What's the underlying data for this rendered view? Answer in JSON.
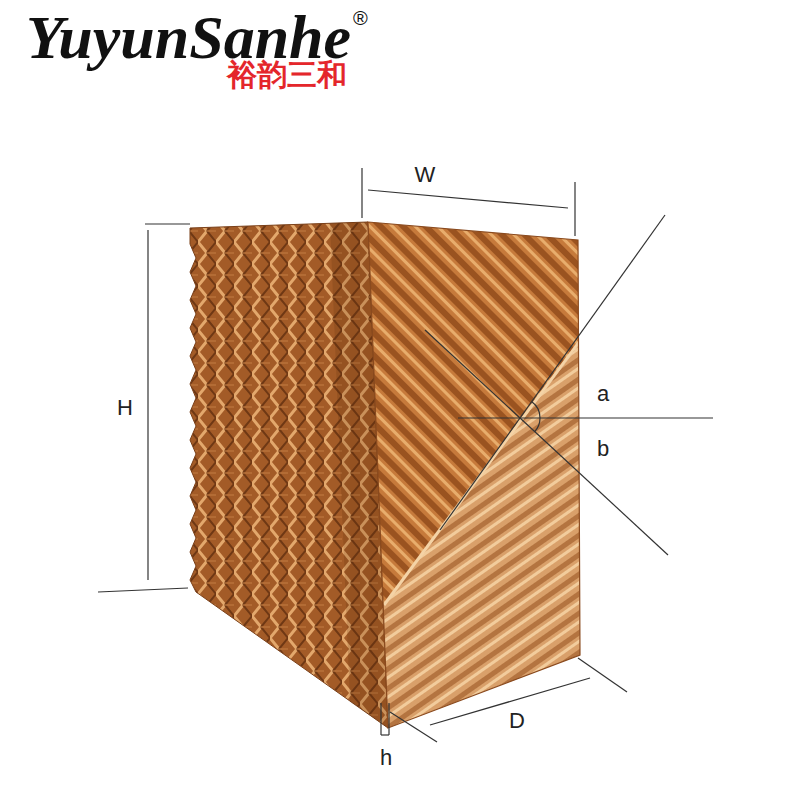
{
  "diagram": {
    "labels": [
      "YuyunSanhe",
      "®",
      "裕韵三和",
      "W",
      "H",
      "a",
      "b",
      "D",
      "h"
    ]
  }
}
